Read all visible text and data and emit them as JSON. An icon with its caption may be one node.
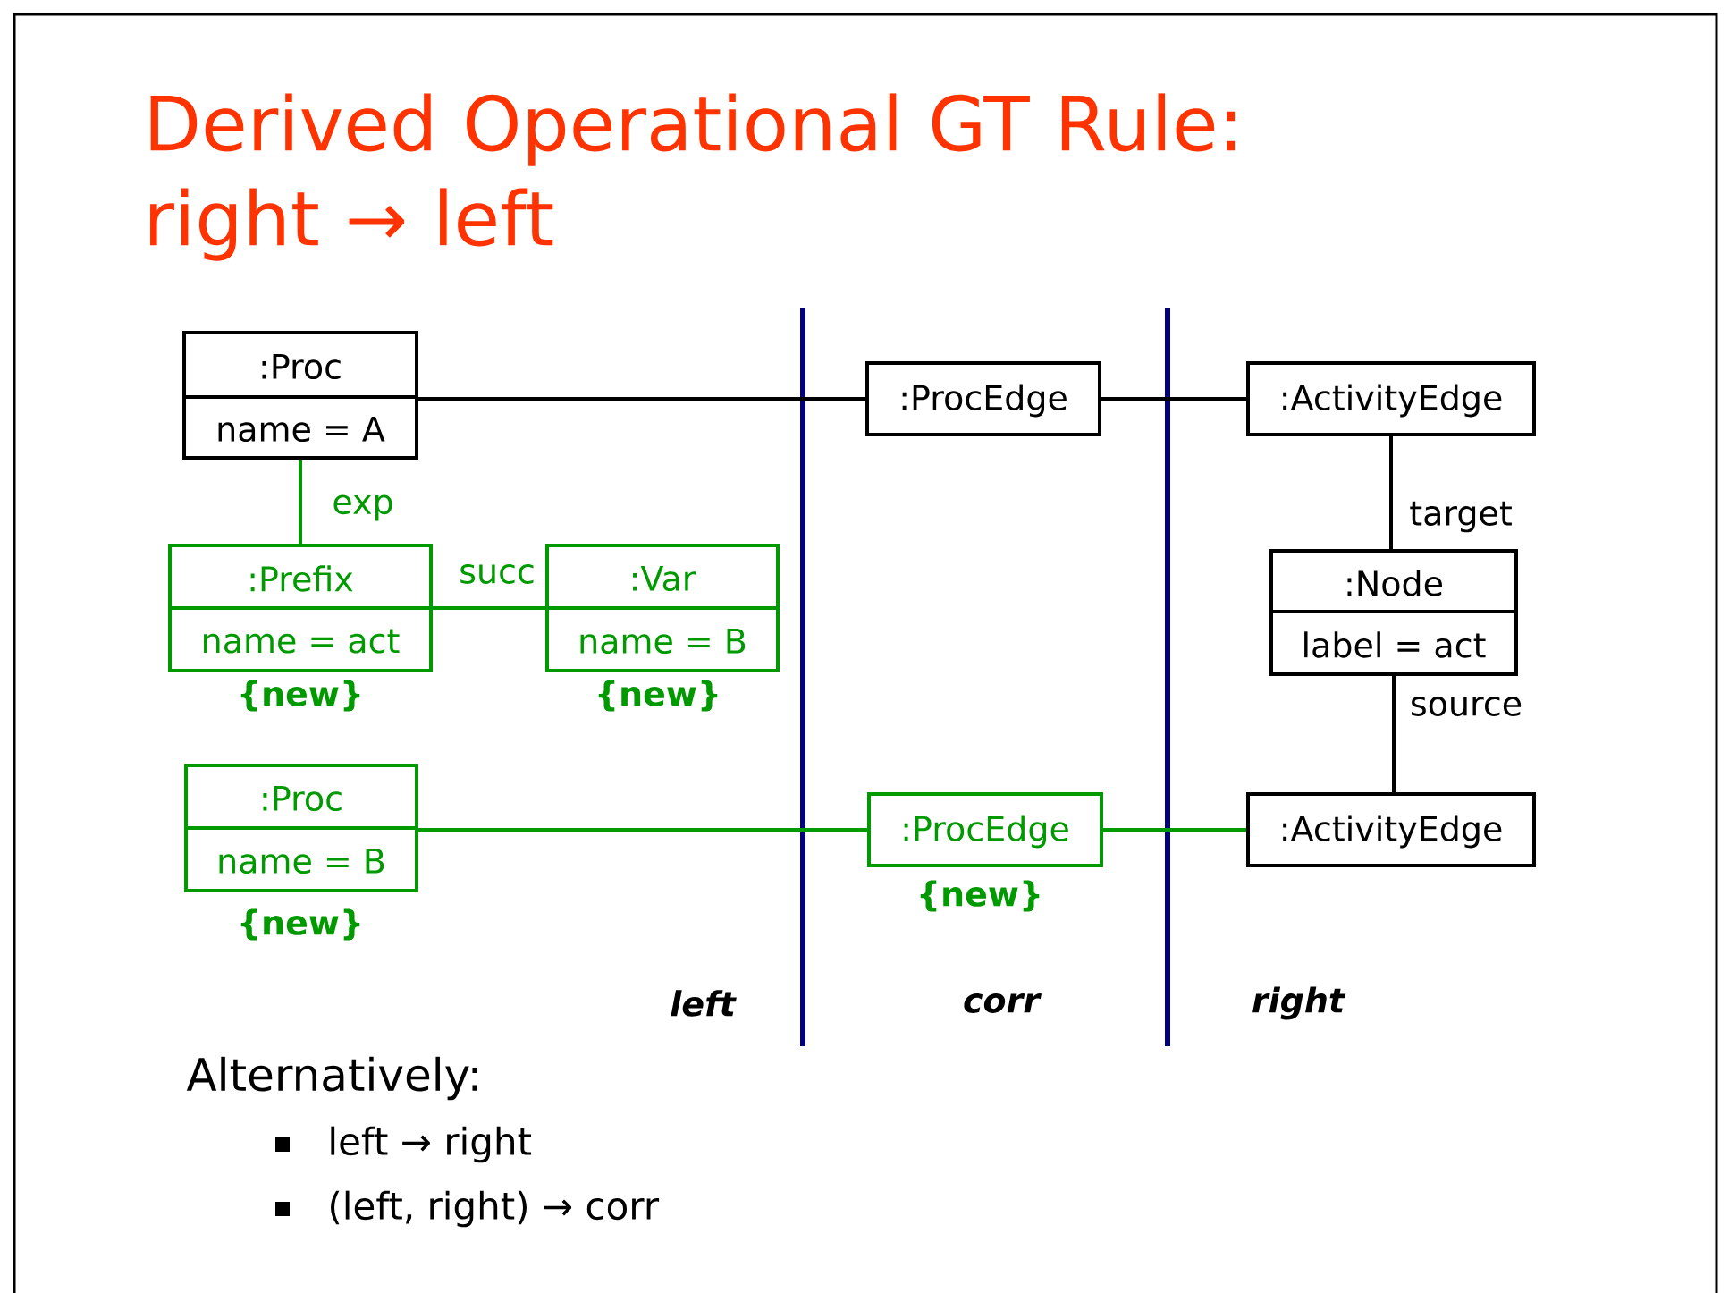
{
  "diagram": {
    "title": "Derived Operational GT Rule: right → left",
    "nodes": [
      {
        "text": [
          ":Proc",
          "name = A"
        ]
      },
      {
        "text": [
          ":ProcEdge"
        ]
      },
      {
        "text": [
          ":ActivityEdge"
        ]
      },
      {
        "text": [
          ":Prefix",
          "name = act"
        ],
        "beside": [
          "{new}"
        ]
      },
      {
        "text": [
          ":Var",
          "name = B"
        ],
        "beside": [
          "{new}"
        ]
      },
      {
        "text": [
          ":Node",
          "label = act"
        ]
      },
      {
        "text": [
          ":Proc",
          "name = B"
        ],
        "beside": [
          "{new}"
        ]
      },
      {
        "text": [
          ":ProcEdge"
        ],
        "beside": [
          "{new}"
        ]
      },
      {
        "text": [
          ":ActivityEdge"
        ]
      }
    ],
    "edges": [
      {
        "from": 0,
        "to": 1,
        "arrow": "none"
      },
      {
        "from": 1,
        "to": 2,
        "arrow": "none"
      },
      {
        "from": 0,
        "to": 3,
        "arrow": "none",
        "label": "exp",
        "color": "#009900"
      },
      {
        "from": 3,
        "to": 4,
        "arrow": "none",
        "label": "succ",
        "color": "#009900"
      },
      {
        "from": 2,
        "to": 5,
        "arrow": "none",
        "label": "target"
      },
      {
        "from": 5,
        "to": 8,
        "arrow": "none",
        "label": "source"
      },
      {
        "from": 6,
        "to": 7,
        "arrow": "none",
        "color": "#009900"
      },
      {
        "from": 7,
        "to": 8,
        "arrow": "none",
        "color": "#009900"
      }
    ],
    "labels": [
      "left",
      "corr",
      "right",
      "Alternatively:",
      "left → right",
      "(left, right) → corr"
    ]
  }
}
